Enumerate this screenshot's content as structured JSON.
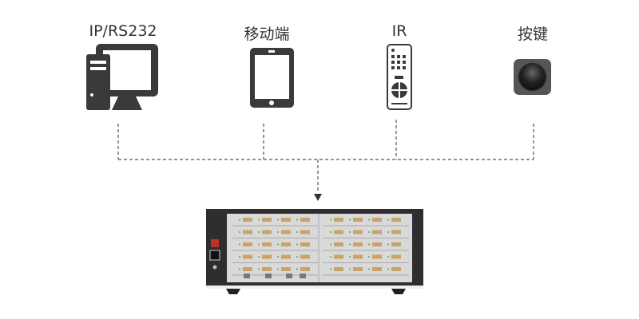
{
  "sources": [
    {
      "label": "IP/RS232",
      "icon": "computer-icon"
    },
    {
      "label": "移动端",
      "icon": "tablet-icon"
    },
    {
      "label": "IR",
      "icon": "remote-control-icon"
    },
    {
      "label": "按键",
      "icon": "push-button-icon"
    }
  ],
  "target": {
    "icon": "matrix-switcher-device-icon"
  },
  "colors": {
    "icon": "#3a3a3a",
    "line": "#555555",
    "chassis": "#2e2e2e",
    "panel": "#d9d9d9",
    "port": "#c9a36a"
  }
}
